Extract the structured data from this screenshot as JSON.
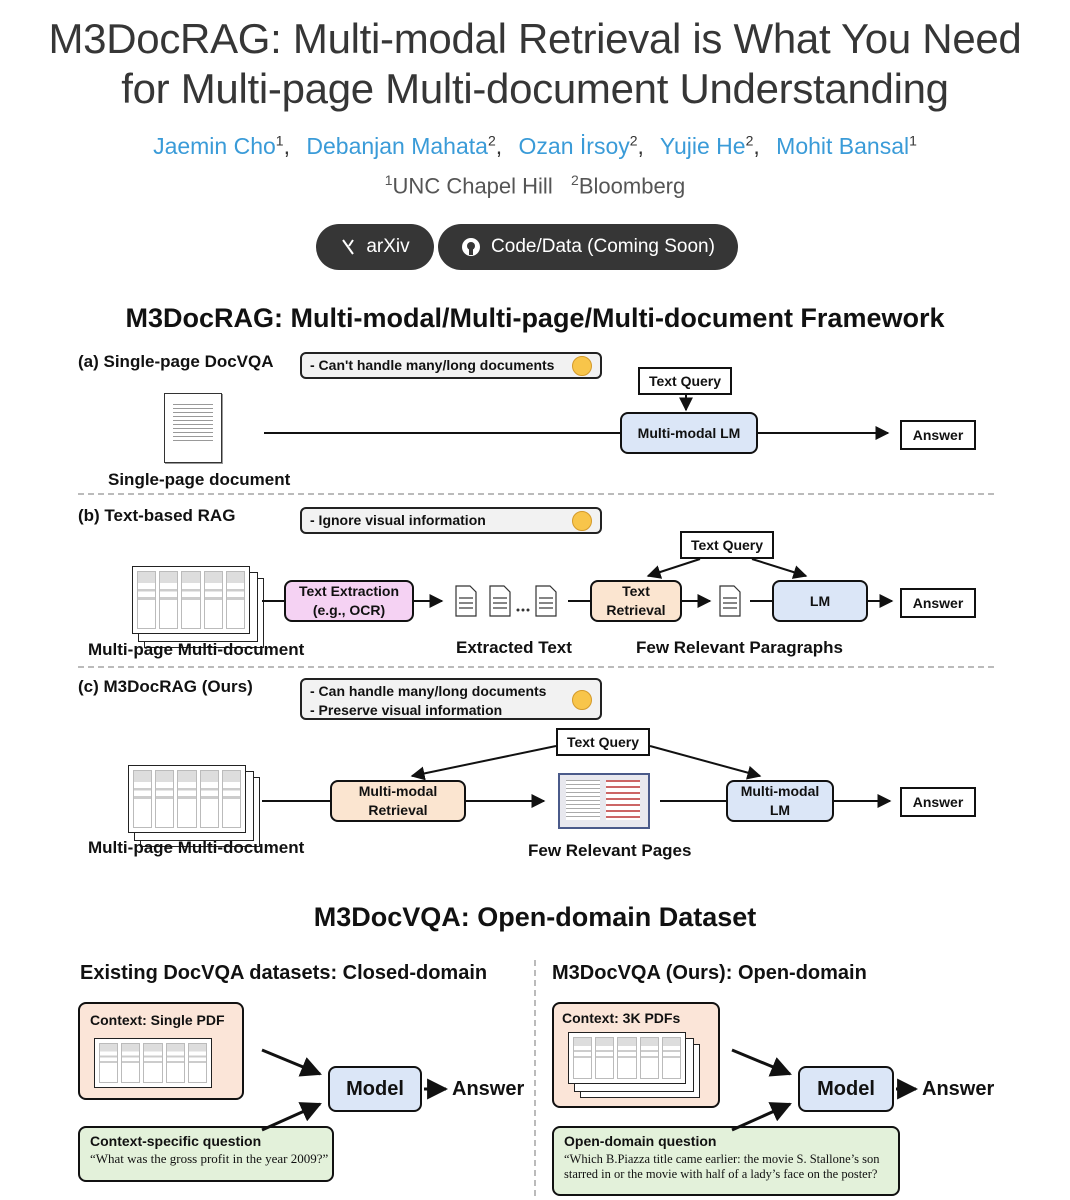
{
  "header": {
    "title_line1": "M3DocRAG: Multi-modal Retrieval is What You Need",
    "title_line2": "for Multi-page Multi-document Understanding",
    "authors": [
      {
        "name": "Jaemin Cho",
        "aff": "1"
      },
      {
        "name": "Debanjan Mahata",
        "aff": "2"
      },
      {
        "name": "Ozan İrsoy",
        "aff": "2"
      },
      {
        "name": "Yujie He",
        "aff": "2"
      },
      {
        "name": "Mohit Bansal",
        "aff": "1"
      }
    ],
    "affiliations": [
      {
        "num": "1",
        "name": "UNC Chapel Hill"
      },
      {
        "num": "2",
        "name": "Bloomberg"
      }
    ],
    "buttons": {
      "arxiv": "arXiv",
      "code": "Code/Data (Coming Soon)"
    }
  },
  "framework": {
    "title": "M3DocRAG: Multi-modal/Multi-page/Multi-document Framework",
    "a": {
      "label": "(a) Single-page DocVQA",
      "note": "- Can't handle many/long documents",
      "doc_label": "Single-page document",
      "query": "Text Query",
      "model": "Multi-modal LM",
      "answer": "Answer"
    },
    "b": {
      "label": "(b) Text-based RAG",
      "note": "- Ignore visual information",
      "doc_label": "Multi-page Multi-document",
      "extract_line1": "Text Extraction",
      "extract_line2": "(e.g., OCR)",
      "extracted": "Extracted Text",
      "query": "Text Query",
      "retrieval_line1": "Text",
      "retrieval_line2": "Retrieval",
      "paragraphs": "Few Relevant Paragraphs",
      "model": "LM",
      "answer": "Answer"
    },
    "c": {
      "label": "(c) M3DocRAG (Ours)",
      "note_line1": "- Can handle many/long documents",
      "note_line2": "- Preserve visual information",
      "doc_label": "Multi-page Multi-document",
      "query": "Text Query",
      "retrieval_line1": "Multi-modal",
      "retrieval_line2": "Retrieval",
      "pages": "Few Relevant Pages",
      "model_line1": "Multi-modal",
      "model_line2": "LM",
      "answer": "Answer"
    }
  },
  "dataset": {
    "title": "M3DocVQA: Open-domain Dataset",
    "left": {
      "heading": "Existing DocVQA datasets: Closed-domain",
      "context": "Context: Single PDF",
      "model": "Model",
      "answer": "Answer",
      "question_title": "Context-specific question",
      "question": "“What was the gross profit in the year 2009?”"
    },
    "right": {
      "heading": "M3DocVQA (Ours): Open-domain",
      "context": "Context: 3K PDFs",
      "model": "Model",
      "answer": "Answer",
      "question_title": "Open-domain question",
      "question_line1": "“Which B.Piazza title came earlier: the movie S. Stallone’s son",
      "question_line2": "starred in or the movie with half of a lady’s face on the poster?"
    }
  },
  "colors": {
    "author_link": "#3a9bd8",
    "button_bg": "#363636",
    "lm_box": "#dbe6f7",
    "extraction_box": "#f5d2f3",
    "retrieval_box": "#fbe5d0",
    "question_box": "#e3f1da"
  }
}
